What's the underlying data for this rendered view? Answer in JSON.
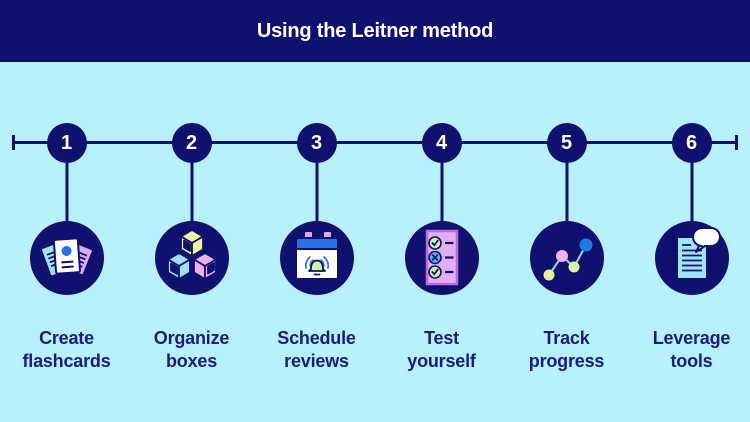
{
  "title": "Using the Leitner method",
  "colors": {
    "navy": "#10106e",
    "background_light_cyan": "#b8f0fe",
    "white": "#ffffff",
    "light_blue": "#a0e4f6",
    "lavender": "#dcaaf2",
    "bright_blue": "#2a70e0",
    "green": "#cdf5a1",
    "yellow_green": "#ecf79e",
    "pink": "#f2b0ec",
    "label_text": "#161d7d"
  },
  "timeline": {
    "step_count": 6,
    "orientation": "horizontal"
  },
  "steps": [
    {
      "number": "1",
      "label_line1": "Create",
      "label_line2": "flashcards",
      "icon": "flashcards-icon"
    },
    {
      "number": "2",
      "label_line1": "Organize",
      "label_line2": "boxes",
      "icon": "stacked-boxes-icon"
    },
    {
      "number": "3",
      "label_line1": "Schedule",
      "label_line2": "reviews",
      "icon": "calendar-reminder-icon"
    },
    {
      "number": "4",
      "label_line1": "Test",
      "label_line2": "yourself",
      "icon": "checklist-icon"
    },
    {
      "number": "5",
      "label_line1": "Track",
      "label_line2": "progress",
      "icon": "progress-chart-icon"
    },
    {
      "number": "6",
      "label_line1": "Leverage",
      "label_line2": "tools",
      "icon": "document-chat-icon"
    }
  ]
}
